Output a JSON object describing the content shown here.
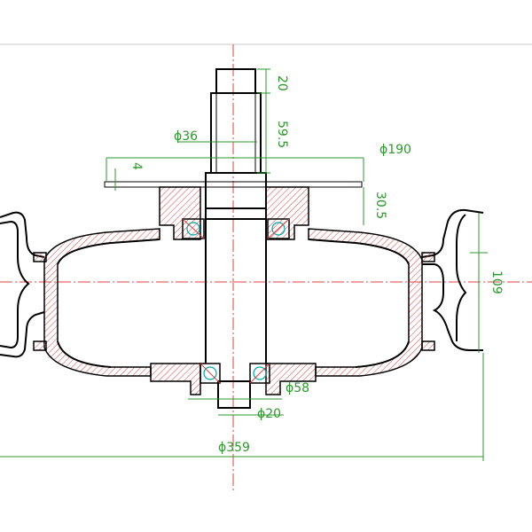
{
  "dimensions": {
    "shaft_top_length": "20",
    "shaft_key_length": "59.5",
    "shaft_diameter": "ϕ36",
    "plate_thickness": "4",
    "plate_diameter": "ϕ190",
    "hub_height": "30.5",
    "drum_height": "109",
    "bottom_housing_diameter": "ϕ58",
    "bottom_shaft_diameter": "ϕ20",
    "overall_diameter": "ϕ359"
  },
  "colors": {
    "outline": "#000000",
    "dimension": "#2b9a2b",
    "centerline": "#e04040",
    "hatch": "#e04040",
    "bearing": "#00a8a8"
  }
}
